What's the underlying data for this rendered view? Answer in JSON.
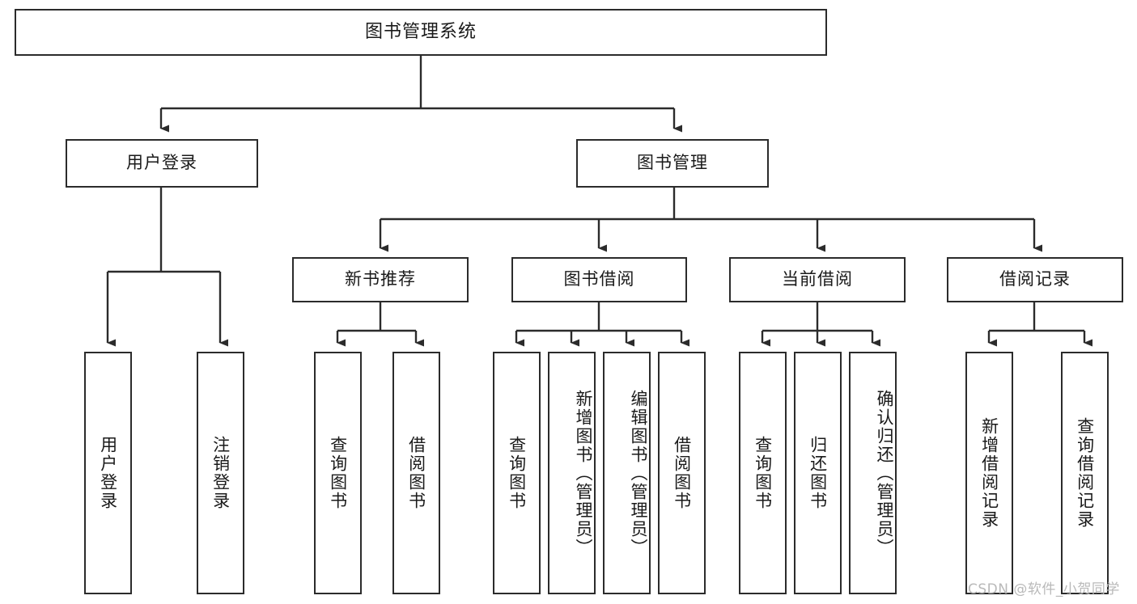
{
  "diagram": {
    "title": "图书管理系统",
    "watermark": "CSDN @软件_小贺同学",
    "line_color": "#2b2b2b",
    "box_fill": "#ffffff",
    "text_color": "#1a1a1a",
    "watermark_color": "#b9b9b9"
  },
  "nodes": {
    "root": {
      "label": "图书管理系统"
    },
    "level1": [
      {
        "label": "用户登录"
      },
      {
        "label": "图书管理"
      }
    ],
    "level2": [
      {
        "label": "新书推荐"
      },
      {
        "label": "图书借阅"
      },
      {
        "label": "当前借阅"
      },
      {
        "label": "借阅记录"
      }
    ],
    "leaves": {
      "user_login": [
        {
          "label": "用户登录"
        },
        {
          "label": "注销登录"
        }
      ],
      "new_book_recommend": [
        {
          "label": "查询图书"
        },
        {
          "label": "借阅图书"
        }
      ],
      "book_borrow": [
        {
          "label": "查询图书"
        },
        {
          "label": "新增图书（管理员）"
        },
        {
          "label": "编辑图书（管理员）"
        },
        {
          "label": "借阅图书"
        }
      ],
      "current_borrow": [
        {
          "label": "查询图书"
        },
        {
          "label": "归还图书"
        },
        {
          "label": "确认归还（管理员）"
        }
      ],
      "borrow_records": [
        {
          "label": "新增借阅记录"
        },
        {
          "label": "查询借阅记录"
        }
      ]
    }
  }
}
